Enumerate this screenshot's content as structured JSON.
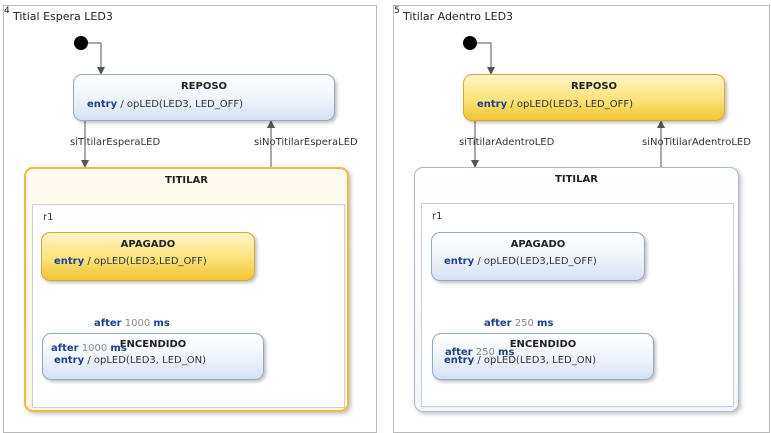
{
  "diagrams": [
    {
      "number": "4",
      "title": "Titial Espera LED3",
      "reposo": {
        "name": "REPOSO",
        "entry_keyword": "entry",
        "action": " / opLED(LED3, LED_OFF)"
      },
      "titilar": {
        "name": "TITILAR",
        "region": "r1"
      },
      "apagado": {
        "name": "APAGADO",
        "entry_keyword": "entry",
        "action": " / opLED(LED3,LED_OFF)"
      },
      "encendido": {
        "name": "ENCENDIDO",
        "entry_keyword": "entry",
        "action": " / opLED(LED3, LED_ON)"
      },
      "transition_in": "siTitilarEsperaLED",
      "transition_out": "siNoTitilarEsperaLED",
      "after_keyword": "after",
      "after_down_value": " 1000 ",
      "after_up_value": " 1000 ",
      "after_unit": "ms"
    },
    {
      "number": "5",
      "title": "Titilar Adentro LED3",
      "reposo": {
        "name": "REPOSO",
        "entry_keyword": "entry",
        "action": " / opLED(LED3, LED_OFF)"
      },
      "titilar": {
        "name": "TITILAR",
        "region": "r1"
      },
      "apagado": {
        "name": "APAGADO",
        "entry_keyword": "entry",
        "action": " / opLED(LED3,LED_OFF)"
      },
      "encendido": {
        "name": "ENCENDIDO",
        "entry_keyword": "entry",
        "action": " / opLED(LED3, LED_ON)"
      },
      "transition_in": "siTitilarAdentroLED",
      "transition_out": "siNoTitilarAdentroLED",
      "after_keyword": "after",
      "after_down_value": " 250 ",
      "after_up_value": " 250 ",
      "after_unit": "ms"
    }
  ],
  "colors": {
    "active_gold": "#f1c533",
    "inactive_blue": "#d5e1f2",
    "keyword_blue": "#1f3f8a",
    "after_value_gray": "#8a8a8a"
  }
}
